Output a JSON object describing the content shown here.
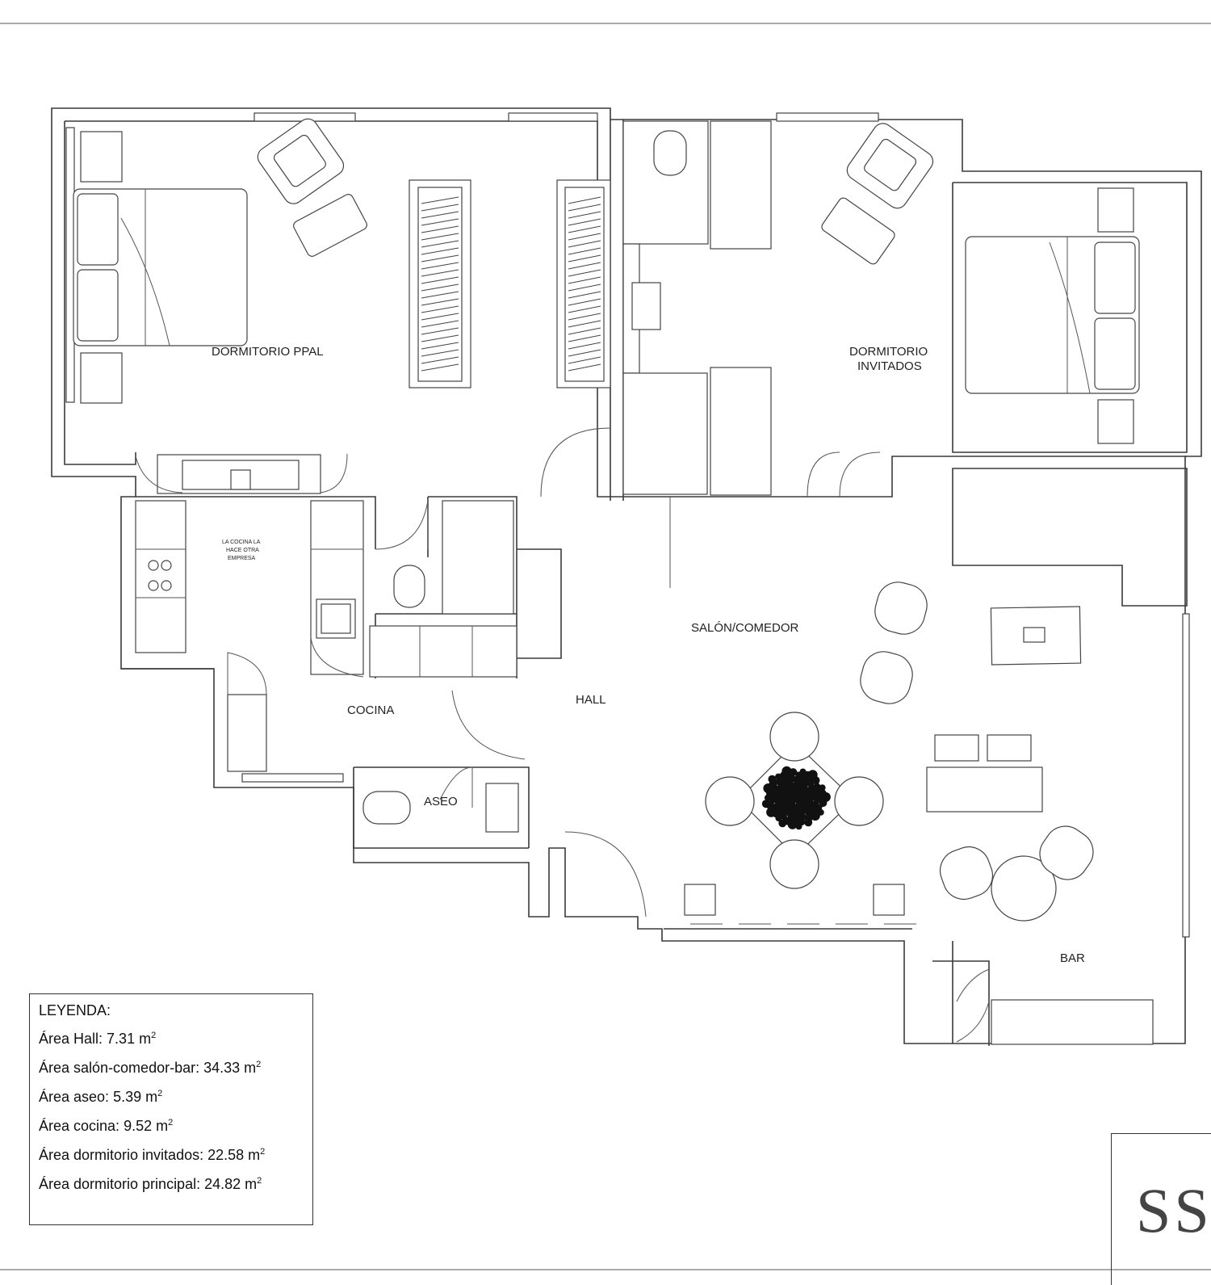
{
  "rooms": {
    "dormitorio_ppal": "DORMITORIO PPAL",
    "dormitorio_invitados_1": "DORMITORIO",
    "dormitorio_invitados_2": "INVITADOS",
    "salon_comedor": "SALÓN/COMEDOR",
    "hall": "HALL",
    "cocina": "COCINA",
    "aseo": "ASEO",
    "bar": "BAR"
  },
  "kitchen_note": [
    "LA COCINA LA",
    "HACE OTRA",
    "EMPRESA"
  ],
  "legend": {
    "title": "LEYENDA:",
    "unit": "m",
    "unit_exp": "2",
    "items": [
      {
        "label": "Área Hall: ",
        "value": "7.31"
      },
      {
        "label": "Área salón-comedor-bar: ",
        "value": "34.33"
      },
      {
        "label": "Área aseo: ",
        "value": "5.39"
      },
      {
        "label": "Área cocina: ",
        "value": "9.52"
      },
      {
        "label": "Área dormitorio invitados: ",
        "value": "22.58"
      },
      {
        "label": "Área dormitorio principal: ",
        "value": "24.82"
      }
    ]
  },
  "logo": {
    "text": "SS"
  },
  "colors": {
    "line": "#3a3a3a",
    "background": "#ffffff"
  }
}
